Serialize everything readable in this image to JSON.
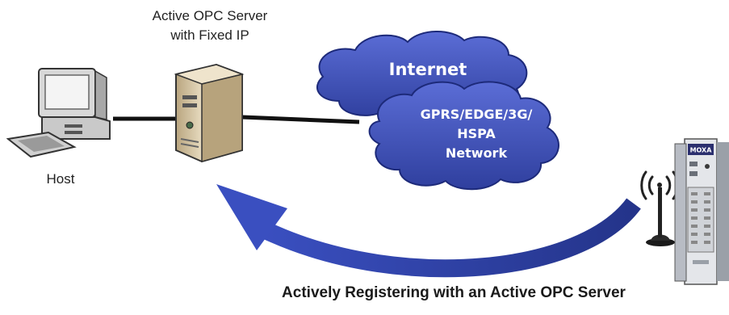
{
  "server": {
    "line1": "Active OPC Server",
    "line2": "with Fixed IP"
  },
  "host": {
    "label": "Host"
  },
  "internet": {
    "label": "Internet"
  },
  "mobile_network": {
    "line1": "GPRS/EDGE/3G/",
    "line2": "HSPA",
    "line3": "Network"
  },
  "device": {
    "brand": "MOXA"
  },
  "caption": "Actively Registering with an Active OPC Server",
  "colors": {
    "cloud_fill": "#3d4fb8",
    "cloud_stroke": "#1d2a7a",
    "arrow": "#2c3c9c",
    "server_body": "#d9c7a3"
  }
}
